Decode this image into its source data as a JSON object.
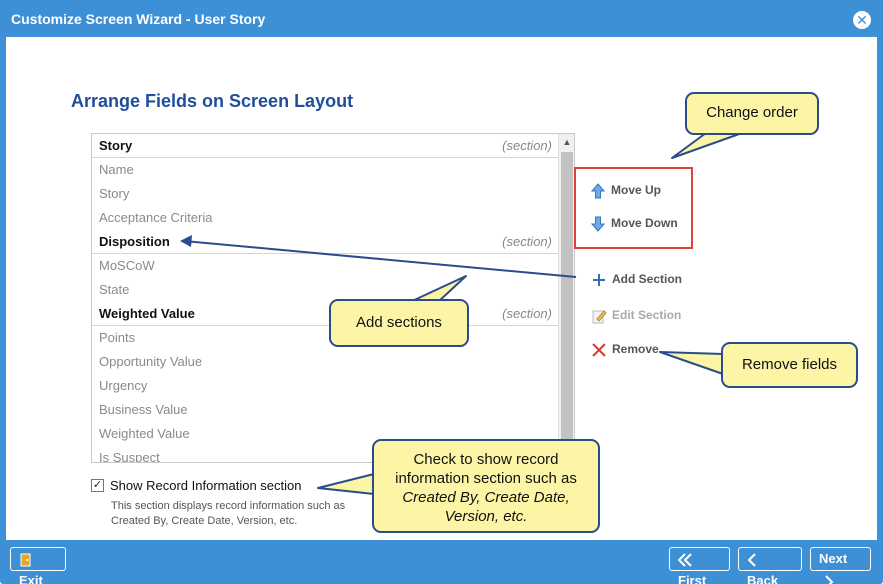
{
  "window": {
    "title": "Customize Screen Wizard - User Story"
  },
  "page": {
    "heading": "Arrange Fields on Screen Layout"
  },
  "list": {
    "rows": [
      {
        "label": "Story",
        "section": true,
        "tag": "(section)"
      },
      {
        "label": "Name",
        "section": false
      },
      {
        "label": "Story",
        "section": false
      },
      {
        "label": "Acceptance Criteria",
        "section": false
      },
      {
        "label": "Disposition",
        "section": true,
        "tag": "(section)"
      },
      {
        "label": "MoSCoW",
        "section": false
      },
      {
        "label": "State",
        "section": false
      },
      {
        "label": "Weighted Value",
        "section": true,
        "tag": "(section)"
      },
      {
        "label": "Points",
        "section": false
      },
      {
        "label": "Opportunity Value",
        "section": false
      },
      {
        "label": "Urgency",
        "section": false
      },
      {
        "label": "Business Value",
        "section": false
      },
      {
        "label": "Weighted Value",
        "section": false
      },
      {
        "label": "Is Suspect",
        "section": false
      }
    ]
  },
  "actions": {
    "move_up": "Move Up",
    "move_down": "Move Down",
    "add_section": "Add Section",
    "edit_section": "Edit Section",
    "remove": "Remove"
  },
  "record_info": {
    "label": "Show Record Information section",
    "checked": true,
    "description": "This section displays record information such as Created By, Create Date, Version, etc."
  },
  "callouts": {
    "change_order": "Change order",
    "add_sections": "Add sections",
    "remove_fields": "Remove fields",
    "record_info_line1": "Check to show record",
    "record_info_line2": "information section such as",
    "record_info_line3": "Created By, Create Date,",
    "record_info_line4": "Version, etc."
  },
  "footer": {
    "exit": "Exit",
    "first": "First",
    "back": "Back",
    "next": "Next"
  },
  "icons": {
    "close": "close-icon",
    "arrow_up": "arrow-up-icon",
    "arrow_down": "arrow-down-icon",
    "plus": "plus-icon",
    "edit": "edit-icon",
    "remove": "x-icon",
    "exit": "exit-door-icon",
    "first": "double-chevron-left-icon",
    "back": "chevron-left-icon",
    "next": "chevron-right-icon"
  },
  "colors": {
    "titlebar": "#3d8fd6",
    "heading": "#1f4e9c",
    "callout_fill": "#fdf5a6",
    "callout_border": "#2a4c8c",
    "highlight_box": "#e0413b"
  }
}
